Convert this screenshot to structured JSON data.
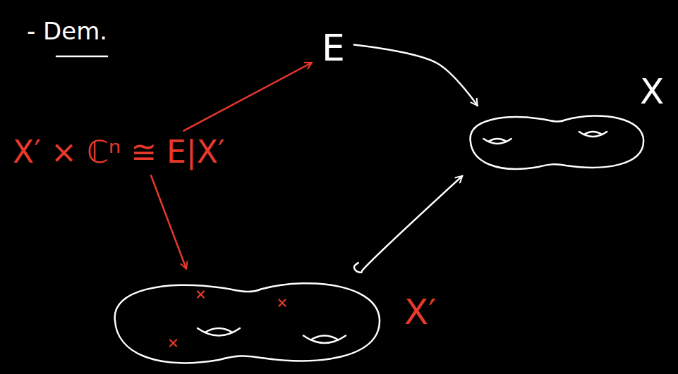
{
  "diagram": {
    "nodes": [
      {
        "text": [
          "E"
        ]
      },
      {
        "text": [
          "X"
        ]
      },
      {
        "text": [
          "X′ × ℂⁿ ≅ E|X′"
        ]
      },
      {
        "text": [
          "X′"
        ]
      }
    ],
    "edges": [
      {
        "from": 2,
        "to": 0,
        "arrow": "to"
      },
      {
        "from": 0,
        "to": 1,
        "arrow": "to"
      },
      {
        "from": 2,
        "to": 3,
        "arrow": "to"
      },
      {
        "from": 3,
        "to": 1,
        "arrow": "to"
      }
    ],
    "labels": [
      "- Dem."
    ]
  }
}
